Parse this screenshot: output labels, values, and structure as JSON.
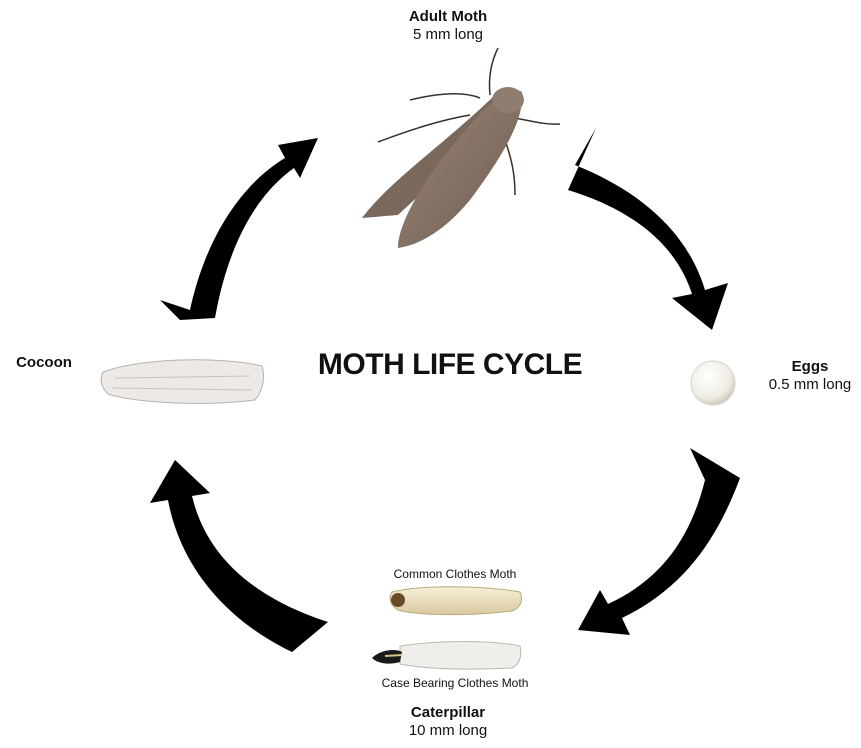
{
  "title": "MOTH LIFE CYCLE",
  "stages": {
    "adult": {
      "name": "Adult Moth",
      "size": "5 mm long"
    },
    "eggs": {
      "name": "Eggs",
      "size": "0.5 mm long"
    },
    "caterpillar": {
      "name": "Caterpillar",
      "size": "10 mm long",
      "types": [
        "Common Clothes Moth",
        "Case Bearing Clothes Moth"
      ]
    },
    "cocoon": {
      "name": "Cocoon"
    }
  },
  "colors": {
    "arrow": "#000000",
    "moth_wing": "#8a7769",
    "egg": "#f2f0ea",
    "cocoon": "#ece9e6",
    "larva": "#e8dcc0"
  }
}
